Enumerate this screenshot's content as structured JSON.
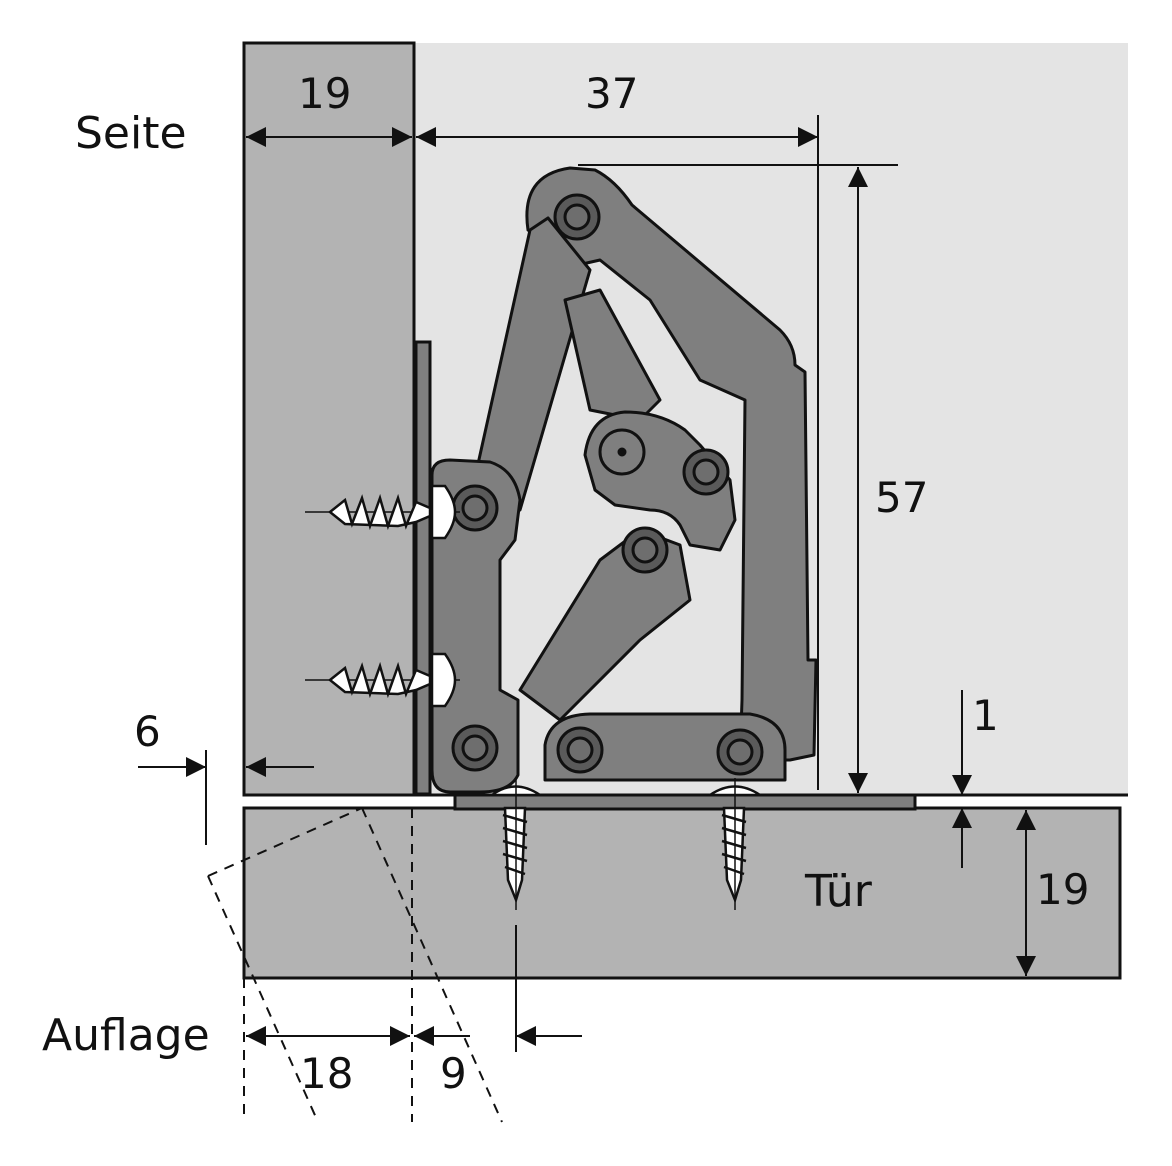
{
  "labels": {
    "side": "Seite",
    "door": "Tür",
    "overlay": "Auflage"
  },
  "dimensions": {
    "side_thickness": "19",
    "hinge_depth": "37",
    "hinge_height": "57",
    "gap": "1",
    "door_thickness": "19",
    "offset": "6",
    "overlay": "18",
    "screw_offset": "9"
  },
  "colors": {
    "panel": "#b3b3b3",
    "cabinet_interior": "#e4e4e4",
    "hinge": "#7f7f7f",
    "hinge_dark": "#5a5a5a",
    "outline": "#111111"
  }
}
